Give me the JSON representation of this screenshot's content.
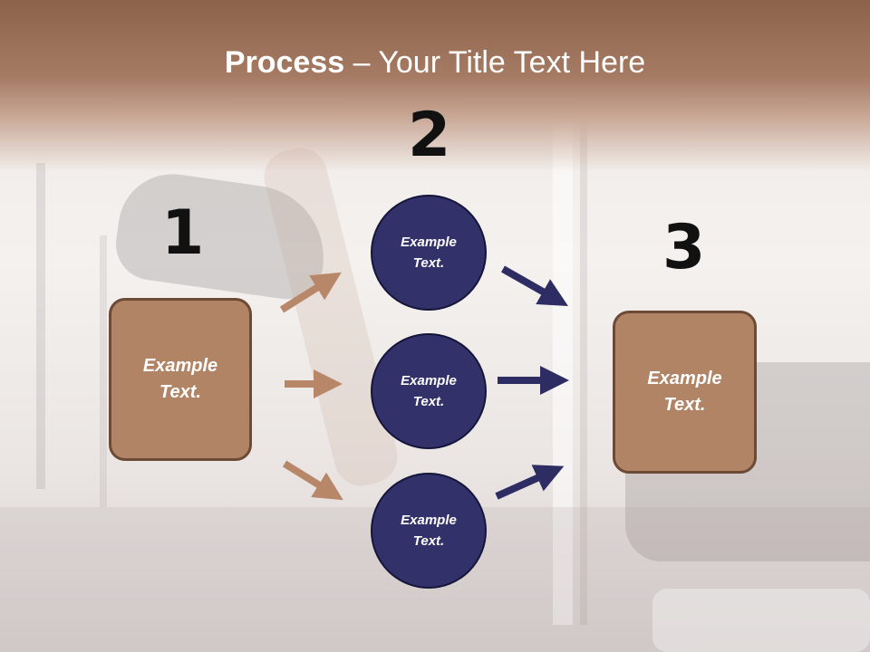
{
  "slide": {
    "title_bold": "Process",
    "title_rest": " – Your Title Text Here"
  },
  "steps": {
    "one": {
      "number": "1",
      "text_line1": "Example",
      "text_line2": "Text."
    },
    "two": {
      "number": "2"
    },
    "three": {
      "number": "3",
      "text_line1": "Example",
      "text_line2": "Text."
    }
  },
  "circles": [
    {
      "text_line1": "Example",
      "text_line2": "Text."
    },
    {
      "text_line1": "Example",
      "text_line2": "Text."
    },
    {
      "text_line1": "Example",
      "text_line2": "Text."
    }
  ],
  "colors": {
    "header": "#9a6e56",
    "box_fill": "#b18466",
    "box_border": "#6d4a36",
    "circle_fill": "#32316a",
    "arrow_brown": "#b8876a",
    "arrow_navy": "#2e2d63"
  }
}
